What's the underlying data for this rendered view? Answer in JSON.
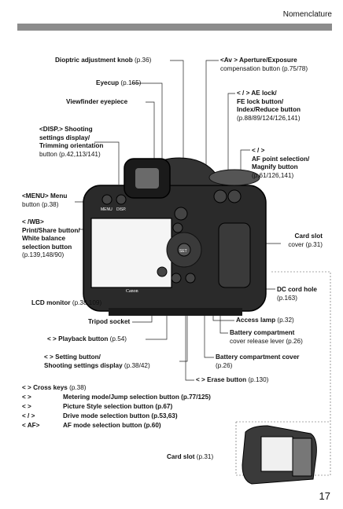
{
  "header": {
    "section": "Nomenclature"
  },
  "labels": {
    "dioptric": "Dioptric adjustment knob",
    "dioptric_pg": "(p.36)",
    "eyecup": "Eyecup",
    "eyecup_pg": "(p.165)",
    "viewfinder": "Viewfinder eyepiece",
    "disp_1": "<DISP.> Shooting",
    "disp_2": "settings display/",
    "disp_3": "Trimming orientation",
    "disp_4": "button (p.42,113/141)",
    "menu_1": "<MENU> Menu",
    "menu_2": "button (p.38)",
    "wb_1": "< /WB>",
    "wb_2": "Print/Share button/",
    "wb_3": "White balance",
    "wb_4": "selection button",
    "wb_5": "(p.139,148/90)",
    "lcd": "LCD monitor",
    "lcd_pg": "(p.38,109)",
    "tripod": "Tripod socket",
    "playback": "< > Playback button",
    "playback_pg": "(p.54)",
    "setting_1": "< > Setting button/",
    "setting_2": "Shooting settings display",
    "setting_pg": "(p.38/42)",
    "av_1": "<Av > Aperture/Exposure",
    "av_2": "compensation button (p.75/78)",
    "ae_1": "< / > AE lock/",
    "ae_2": "FE lock button/",
    "ae_3": "Index/Reduce button",
    "ae_4": "(p.88/89/124/126,141)",
    "af_1": "< / >",
    "af_2": "AF point selection/",
    "af_3": "Magnify button",
    "af_4": "(p.61/126,141)",
    "slotcover_1": "Card slot",
    "slotcover_2": "cover (p.31)",
    "dc_1": "DC cord hole",
    "dc_2": "(p.163)",
    "access": "Access lamp",
    "access_pg": "(p.32)",
    "batt_lever_1": "Battery compartment",
    "batt_lever_2": "cover release lever (p.26)",
    "batt_cover_1": "Battery compartment cover",
    "batt_cover_2": "(p.26)",
    "erase": "< > Erase button",
    "erase_pg": "(p.130)",
    "cardslot": "Card slot",
    "cardslot_pg": "(p.31)"
  },
  "legend": [
    {
      "key": "< > Cross keys",
      "desc": "(p.38)"
    },
    {
      "key": "< >",
      "desc": "Metering mode/Jump selection button (p.77/125)"
    },
    {
      "key": "< >",
      "desc": "Picture Style selection button (p.67)"
    },
    {
      "key": "< / >",
      "desc": "Drive mode selection button (p.53,63)"
    },
    {
      "key": "< AF>",
      "desc": "AF mode selection button (p.60)"
    }
  ],
  "camera": {
    "brand": "Canon",
    "menu_label": "MENU",
    "disp_label": "DISP.",
    "set_label": "SET"
  },
  "page": {
    "number": "17"
  }
}
